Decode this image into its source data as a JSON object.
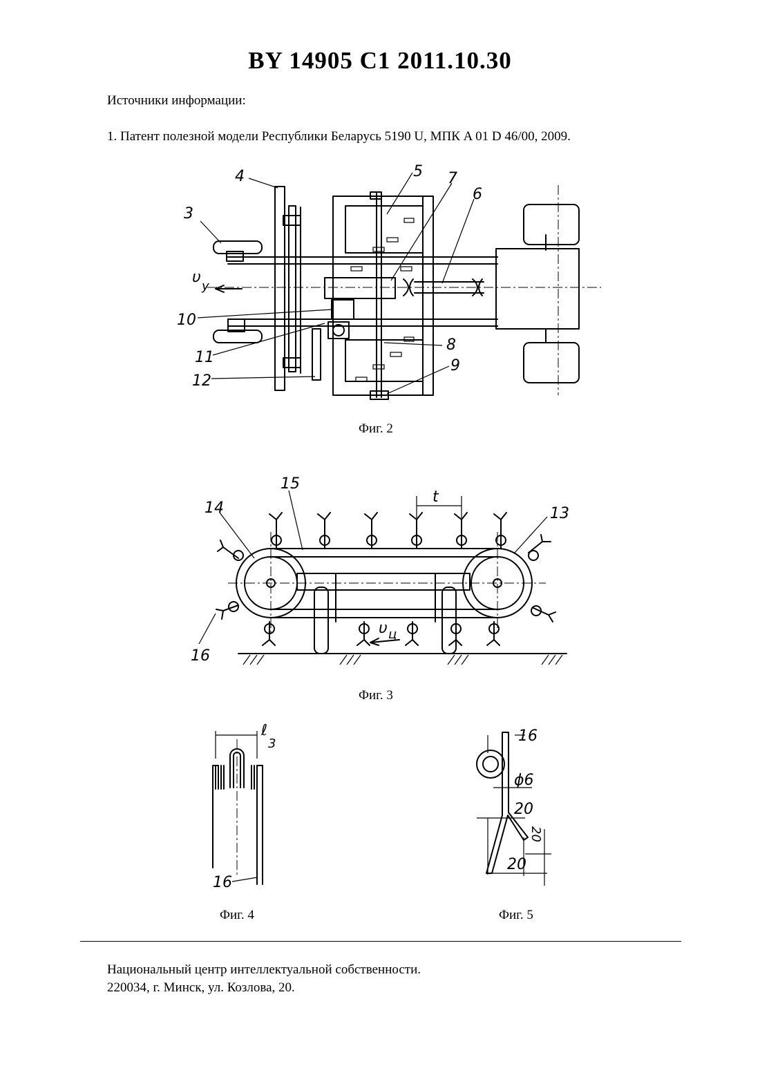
{
  "header": {
    "title": "BY  14905  C1  2011.10.30"
  },
  "sources": {
    "heading": "Источники информации:",
    "items": [
      "1. Патент полезной модели Республики Беларусь 5190 U, МПК A 01 D 46/00, 2009."
    ]
  },
  "figures": {
    "fig2": {
      "caption": "Фиг. 2",
      "labels": [
        "4",
        "5",
        "7",
        "6",
        "3",
        "10",
        "11",
        "12",
        "8",
        "9"
      ],
      "velocity": "υ",
      "velocity_sub": "у"
    },
    "fig3": {
      "caption": "Фиг. 3",
      "labels": [
        "15",
        "t",
        "14",
        "13",
        "16"
      ],
      "velocity": "υ",
      "velocity_sub": "ц"
    },
    "fig4": {
      "caption": "Фиг. 4",
      "labels": [
        "ℓ",
        "3",
        "16"
      ]
    },
    "fig5": {
      "caption": "Фиг. 5",
      "labels": [
        "16",
        "ϕ6",
        "20",
        "20",
        "20"
      ]
    }
  },
  "footer": {
    "lines": [
      "Национальный центр интеллектуальной собственности.",
      "220034, г. Минск, ул. Козлова, 20."
    ]
  }
}
